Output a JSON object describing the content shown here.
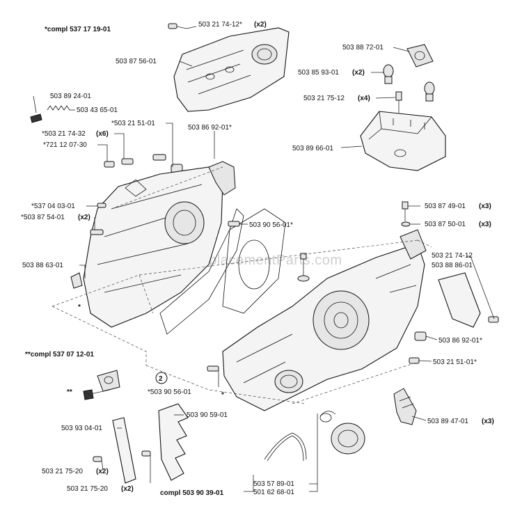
{
  "watermark": "eReplacementParts.com",
  "callout": "2",
  "labels": {
    "compl_537_17_19_01": "*compl 537 17 19-01",
    "p503_21_74_12_x2": "503 21 74-12*",
    "p503_21_74_12_x2_qty": "(x2)",
    "p503_87_56_01": "503 87 56-01",
    "p503_88_72_01": "503 88 72-01",
    "p503_85_93_01": "503 85 93-01",
    "p503_85_93_01_qty": "(x2)",
    "p503_21_75_12": "503 21 75-12",
    "p503_21_75_12_qty": "(x4)",
    "p503_89_24_01": "503 89 24-01",
    "p503_43_65_01": "503 43 65-01",
    "p503_21_51_01_a": "*503 21 51-01",
    "p503_86_92_01_a": "503 86 92-01*",
    "p503_21_74_32": "*503 21 74-32",
    "p503_21_74_32_qty": "(x6)",
    "p721_12_07_30": "*721 12 07-30",
    "p503_89_66_01": "503 89 66-01",
    "p537_04_03_01": "*537 04 03-01",
    "p503_87_54_01": "*503 87 54-01",
    "p503_87_54_01_qty": "(x2)",
    "p503_90_56_01_a": "503 90 56-01*",
    "p503_87_49_01": "503 87 49-01",
    "p503_87_49_01_qty": "(x3)",
    "p503_87_50_01": "503 87 50-01",
    "p503_87_50_01_qty": "(x3)",
    "p503_88_63_01": "503 88 63-01",
    "p503_21_74_12": "503 21 74-12",
    "p503_88_86_01": "503 88 86-01",
    "p503_86_92_01_b": "503 86 92-01*",
    "compl_537_07_12_01": "**compl 537 07 12-01",
    "p503_21_51_01_b": "503 21 51-01*",
    "p503_90_56_01_b": "*503 90 56-01",
    "p503_89_47_01": "503 89 47-01",
    "p503_89_47_01_qty": "(x3)",
    "p503_93_04_01": "503 93 04-01",
    "p503_90_59_01": "503 90 59-01",
    "p503_21_75_20_a": "503 21 75-20",
    "p503_21_75_20_a_qty": "(x2)",
    "p503_21_75_20_b": "503 21 75-20",
    "p503_21_75_20_b_qty": "(x2)",
    "compl_503_90_39_01": "compl 503 90 39-01",
    "p503_57_89_01": "503 57 89-01",
    "p501_62_68_01": "501 62 68-01",
    "star_1": "*",
    "star_2": "*",
    "star_3": "**"
  }
}
